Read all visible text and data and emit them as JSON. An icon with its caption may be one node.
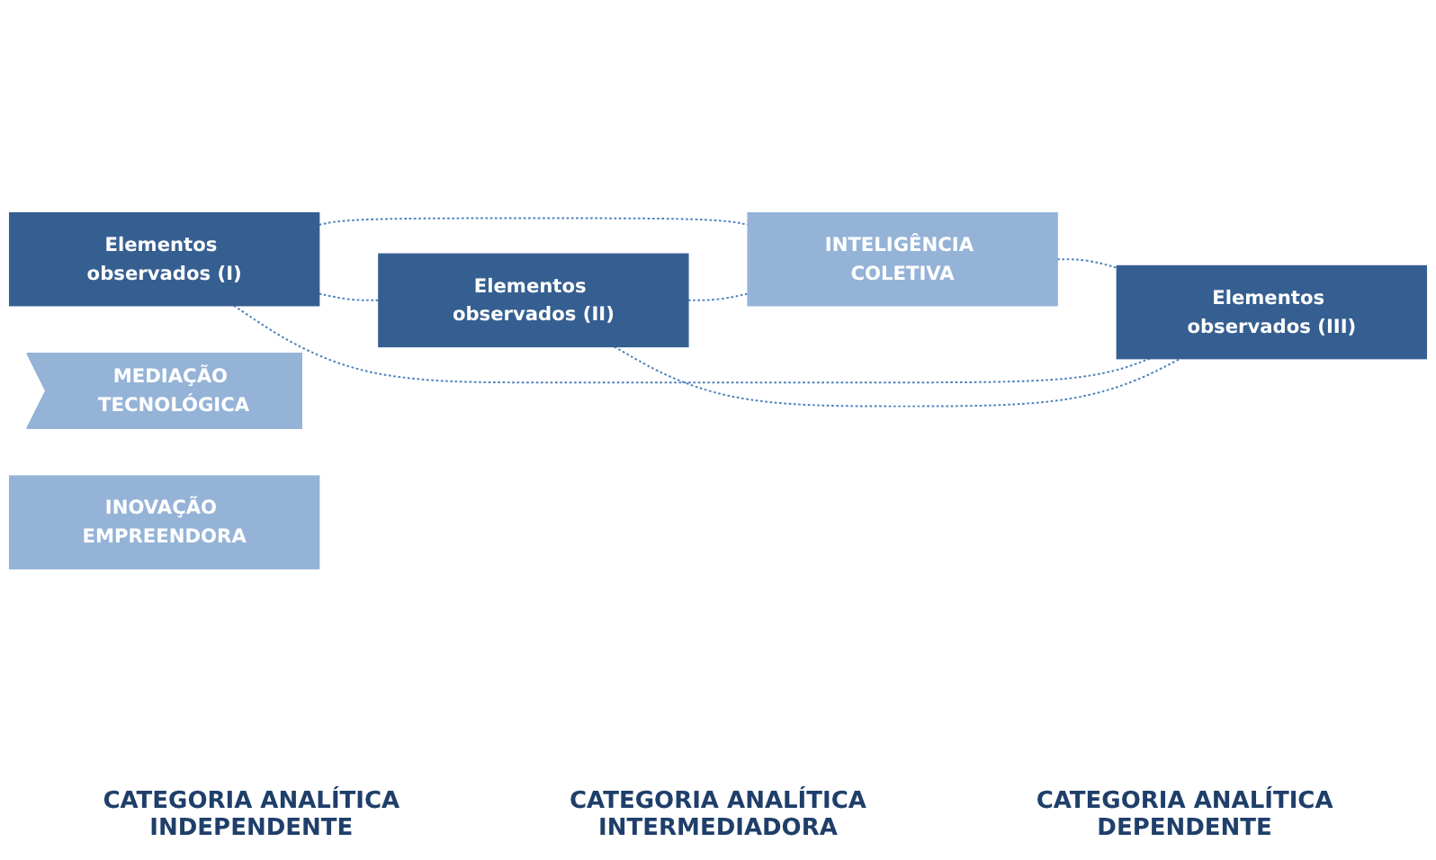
{
  "diagram": {
    "nodes": [
      {
        "text": [
          "Elementos observados (I)"
        ]
      },
      {
        "text": [
          "Elementos observados (II)"
        ]
      },
      {
        "text": [
          "INTELIGÊNCIA COLETIVA"
        ]
      },
      {
        "text": [
          "Elementos observados (III)"
        ]
      },
      {
        "text": [
          "MEDIAÇÃO TECNOLÓGICA"
        ]
      },
      {
        "text": [
          "INOVAÇÃO EMPREENDORA"
        ]
      }
    ],
    "edges": [
      {
        "from": 0,
        "to": 1,
        "arrow": "none",
        "style": "dashed"
      },
      {
        "from": 0,
        "to": 2,
        "arrow": "none",
        "style": "dashed"
      },
      {
        "from": 1,
        "to": 2,
        "arrow": "none",
        "style": "dashed"
      },
      {
        "from": 2,
        "to": 3,
        "arrow": "none",
        "style": "dashed"
      },
      {
        "from": 0,
        "to": 3,
        "arrow": "none",
        "style": "dashed"
      },
      {
        "from": 1,
        "to": 3,
        "arrow": "none",
        "style": "dashed"
      }
    ],
    "labels": [
      "CATEGORIA ANALÍTICA INDEPENDENTE",
      "CATEGORIA ANALÍTICA INTERMEDIADORA",
      "CATEGORIA ANALÍTICA DEPENDENTE"
    ]
  }
}
